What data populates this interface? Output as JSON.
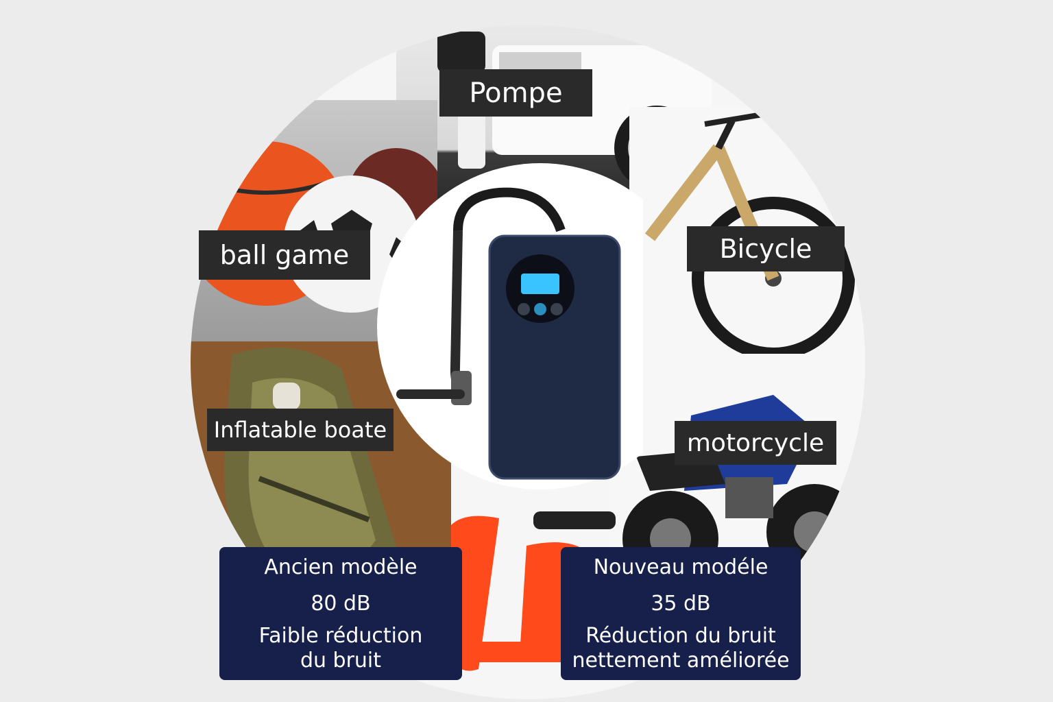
{
  "labels": {
    "pump": "Pompe",
    "ball": "ball game",
    "bicycle": "Bicycle",
    "boat": "Inflatable boate",
    "motorcycle": "motorcycle"
  },
  "comparison": {
    "old": {
      "title": "Ancien modèle",
      "noise": "80 dB",
      "desc_line1": "Faible réduction",
      "desc_line2": "du bruit"
    },
    "new": {
      "title": "Nouveau modéle",
      "noise": "35 dB",
      "desc_line1": "Réduction du bruit",
      "desc_line2": "nettement améliorée"
    }
  },
  "colors": {
    "label_bg": "#2a2a2a",
    "info_bg": "#16204a",
    "device_body": "#1f2a44",
    "screen": "#39c4ff",
    "scooter": "#ff4a1c"
  },
  "icons": [
    "car-photo",
    "soccer-ball-photo",
    "bicycle-photo",
    "inflatable-boat-photo",
    "motorcycle-photo",
    "scooter-photo",
    "air-pump-product"
  ]
}
